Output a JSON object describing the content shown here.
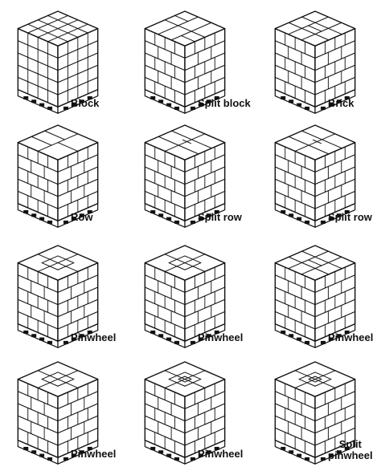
{
  "figure": {
    "panels": [
      {
        "id": "block",
        "label": "Block",
        "top_pattern": "block"
      },
      {
        "id": "split-block",
        "label": "Split block",
        "top_pattern": "split-block"
      },
      {
        "id": "brick",
        "label": "Brick",
        "top_pattern": "brick"
      },
      {
        "id": "row",
        "label": "Row",
        "top_pattern": "row"
      },
      {
        "id": "split-row-1",
        "label": "Split row",
        "top_pattern": "split-row"
      },
      {
        "id": "split-row-2",
        "label": "Split row",
        "top_pattern": "split-row"
      },
      {
        "id": "pinwheel-1",
        "label": "Pinwheel",
        "top_pattern": "pinwheel-open-center"
      },
      {
        "id": "pinwheel-2",
        "label": "Pinwheel",
        "top_pattern": "pinwheel"
      },
      {
        "id": "pinwheel-3",
        "label": "Pinwheel",
        "top_pattern": "pinwheel-3x3"
      },
      {
        "id": "pinwheel-4",
        "label": "Pinwheel",
        "top_pattern": "pinwheel"
      },
      {
        "id": "pinwheel-5",
        "label": "Pinwheel",
        "top_pattern": "pinwheel-small-center"
      },
      {
        "id": "split-pinwheel",
        "label_lines": [
          "Split",
          "pinwheel"
        ],
        "top_pattern": "split-pinwheel"
      }
    ],
    "colors": {
      "stroke": "#111111",
      "background": "#ffffff"
    }
  }
}
